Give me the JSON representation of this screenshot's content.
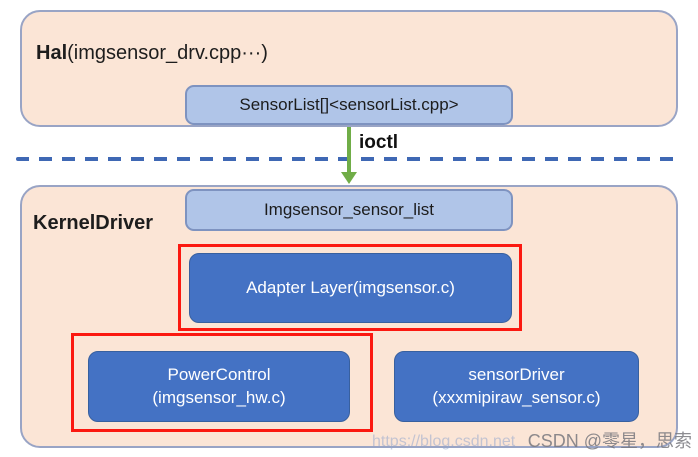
{
  "colors": {
    "layer_fill": "#fbe5d6",
    "layer_border": "#99a4c5",
    "light_node_fill": "#b0c5e8",
    "light_node_border": "#7e93c0",
    "dark_node_fill": "#4472c4",
    "red_frame": "#fb1810",
    "boundary_dash": "#3f68b4",
    "arrow_green": "#70ad47",
    "text_dark": "#1d1d1d",
    "text_white": "#ffffff"
  },
  "diagram": {
    "hal": {
      "title_bold": "Hal",
      "title_rest": "(imgsensor_drv.cpp···)",
      "sensor_list_label": "SensorList[]<sensorList.cpp>"
    },
    "boundary": {
      "arrow_label": "ioctl"
    },
    "kernel": {
      "title": "KernelDriver",
      "sensor_list_label": "Imgsensor_sensor_list",
      "adapter_label": "Adapter Layer(imgsensor.c)",
      "power_control_line1": "PowerControl",
      "power_control_line2": "(imgsensor_hw.c)",
      "sensor_driver_line1": "sensorDriver",
      "sensor_driver_line2": "(xxxmipiraw_sensor.c)"
    },
    "watermark": {
      "url": "https://blog.csdn.net",
      "credit": "CSDN @零星，思索"
    }
  }
}
